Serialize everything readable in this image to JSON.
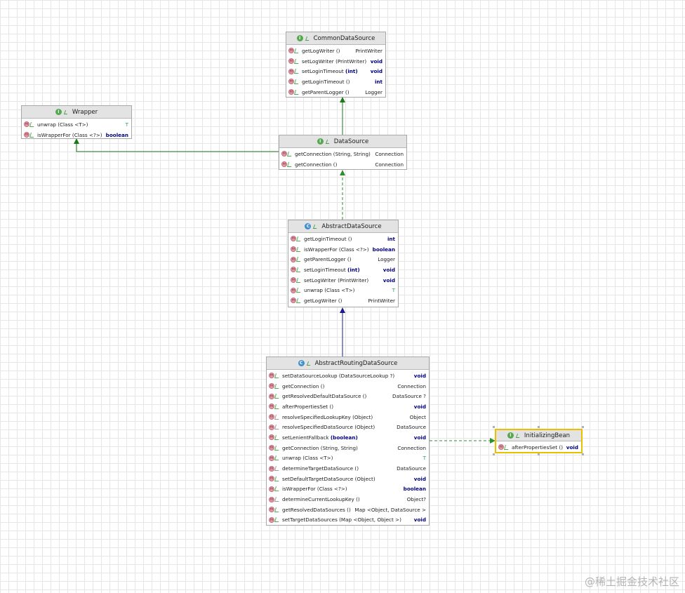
{
  "nodes": {
    "common_data_source": {
      "kind": "interface",
      "name": "CommonDataSource",
      "methods": [
        {
          "name": "getLogWriter",
          "params": "()",
          "ret": "PrintWriter",
          "ret_style": "plain",
          "vis": "public"
        },
        {
          "name": "setLogWriter",
          "params": "(PrintWriter)",
          "ret": "void",
          "ret_style": "kw",
          "vis": "public"
        },
        {
          "name": "setLoginTimeout",
          "params": "(int)",
          "ret": "void",
          "ret_style": "kw",
          "vis": "public"
        },
        {
          "name": "getLoginTimeout",
          "params": "()",
          "ret": "int",
          "ret_style": "kw",
          "vis": "public"
        },
        {
          "name": "getParentLogger",
          "params": "()",
          "ret": "Logger",
          "ret_style": "plain",
          "vis": "public"
        }
      ]
    },
    "wrapper": {
      "kind": "interface",
      "name": "Wrapper",
      "methods": [
        {
          "name": "unwrap",
          "params": "(Class <T>)",
          "ret": "T",
          "ret_style": "tv",
          "vis": "public"
        },
        {
          "name": "isWrapperFor",
          "params": "(Class <?>)",
          "ret": "boolean",
          "ret_style": "kw",
          "vis": "public"
        }
      ]
    },
    "data_source": {
      "kind": "interface",
      "name": "DataSource",
      "methods": [
        {
          "name": "getConnection",
          "params": "(String, String)",
          "ret": "Connection",
          "ret_style": "plain",
          "vis": "public"
        },
        {
          "name": "getConnection",
          "params": "()",
          "ret": "Connection",
          "ret_style": "plain",
          "vis": "public"
        }
      ]
    },
    "abstract_data_source": {
      "kind": "class",
      "name": "AbstractDataSource",
      "methods": [
        {
          "name": "getLoginTimeout",
          "params": "()",
          "ret": "int",
          "ret_style": "kw",
          "vis": "public"
        },
        {
          "name": "isWrapperFor",
          "params": "(Class <?>)",
          "ret": "boolean",
          "ret_style": "kw",
          "vis": "public"
        },
        {
          "name": "getParentLogger",
          "params": "()",
          "ret": "Logger",
          "ret_style": "plain",
          "vis": "public"
        },
        {
          "name": "setLoginTimeout",
          "params": "(int)",
          "ret": "void",
          "ret_style": "kw",
          "vis": "public"
        },
        {
          "name": "setLogWriter",
          "params": "(PrintWriter)",
          "ret": "void",
          "ret_style": "kw",
          "vis": "public"
        },
        {
          "name": "unwrap",
          "params": "(Class <T>)",
          "ret": "T",
          "ret_style": "tv",
          "vis": "public"
        },
        {
          "name": "getLogWriter",
          "params": "()",
          "ret": "PrintWriter",
          "ret_style": "plain",
          "vis": "public"
        }
      ]
    },
    "abstract_routing_data_source": {
      "kind": "class",
      "name": "AbstractRoutingDataSource",
      "methods": [
        {
          "name": "setDataSourceLookup",
          "params": "(DataSourceLookup ?)",
          "ret": "void",
          "ret_style": "kw",
          "vis": "public"
        },
        {
          "name": "getConnection",
          "params": "()",
          "ret": "Connection",
          "ret_style": "plain",
          "vis": "public"
        },
        {
          "name": "getResolvedDefaultDataSource",
          "params": "()",
          "ret": "DataSource ?",
          "ret_style": "plain",
          "vis": "public"
        },
        {
          "name": "afterPropertiesSet",
          "params": "()",
          "ret": "void",
          "ret_style": "kw",
          "vis": "public"
        },
        {
          "name": "resolveSpecifiedLookupKey",
          "params": "(Object)",
          "ret": "Object",
          "ret_style": "plain",
          "vis": "package"
        },
        {
          "name": "resolveSpecifiedDataSource",
          "params": "(Object)",
          "ret": "DataSource",
          "ret_style": "plain",
          "vis": "package"
        },
        {
          "name": "setLenientFallback",
          "params": "(boolean)",
          "ret": "void",
          "ret_style": "kw",
          "vis": "public"
        },
        {
          "name": "getConnection",
          "params": "(String, String)",
          "ret": "Connection",
          "ret_style": "plain",
          "vis": "public"
        },
        {
          "name": "unwrap",
          "params": "(Class <T>)",
          "ret": "T",
          "ret_style": "tv",
          "vis": "public"
        },
        {
          "name": "determineTargetDataSource",
          "params": "()",
          "ret": "DataSource",
          "ret_style": "plain",
          "vis": "package"
        },
        {
          "name": "setDefaultTargetDataSource",
          "params": "(Object)",
          "ret": "void",
          "ret_style": "kw",
          "vis": "public"
        },
        {
          "name": "isWrapperFor",
          "params": "(Class <?>)",
          "ret": "boolean",
          "ret_style": "kw",
          "vis": "public"
        },
        {
          "name": "determineCurrentLookupKey",
          "params": "()",
          "ret": "Object?",
          "ret_style": "plain",
          "vis": "package"
        },
        {
          "name": "getResolvedDataSources",
          "params": "()",
          "ret": "Map <Object, DataSource >",
          "ret_style": "plain",
          "vis": "public"
        },
        {
          "name": "setTargetDataSources",
          "params": "(Map <Object, Object >)",
          "ret": "void",
          "ret_style": "kw",
          "vis": "public"
        }
      ]
    },
    "initializing_bean": {
      "kind": "interface",
      "name": "InitializingBean",
      "methods": [
        {
          "name": "afterPropertiesSet",
          "params": "()",
          "ret": "void",
          "ret_style": "kw",
          "vis": "public"
        }
      ]
    }
  },
  "edges": [
    {
      "from": "DataSource",
      "to": "CommonDataSource",
      "type": "extends"
    },
    {
      "from": "DataSource",
      "to": "Wrapper",
      "type": "extends"
    },
    {
      "from": "AbstractDataSource",
      "to": "DataSource",
      "type": "implements"
    },
    {
      "from": "AbstractRoutingDataSource",
      "to": "AbstractDataSource",
      "type": "extends"
    },
    {
      "from": "AbstractRoutingDataSource",
      "to": "InitializingBean",
      "type": "implements"
    }
  ],
  "colors": {
    "interface_inherit": "#1a7a1a",
    "implements": "#2f8f2f",
    "class_extends": "#1c1c8c",
    "selection": "#e8c000"
  },
  "badge_letters": {
    "interface": "I",
    "class": "C",
    "method": "m"
  },
  "watermark": "@稀土掘金技术社区"
}
